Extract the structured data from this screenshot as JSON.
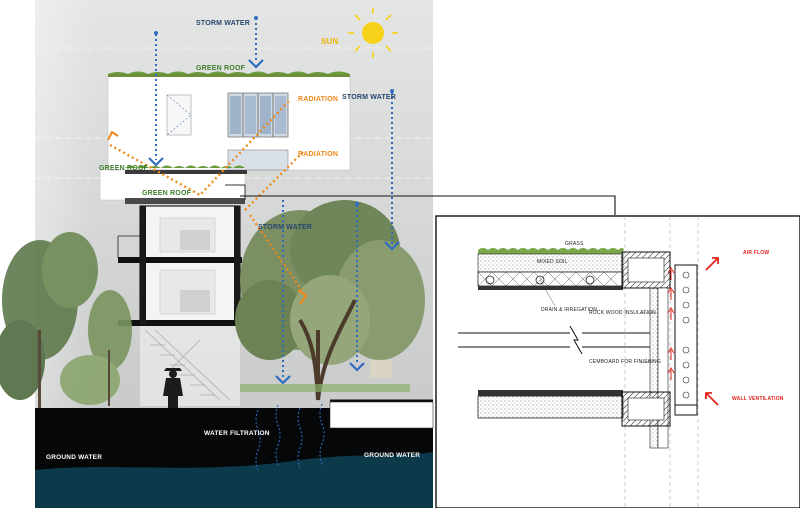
{
  "section_labels": {
    "storm_water_top": "STORM WATER",
    "storm_water_right": "STORM WATER",
    "storm_water_mid": "STORM WATER",
    "sun": "SUN",
    "green_roof_top": "GREEN ROOF",
    "green_roof_left": "GREEN ROOF",
    "green_roof_lower": "GREEN ROOF",
    "radiation_1": "RADIATION",
    "radiation_2": "RADIATION",
    "water_filtration": "WATER FILTRATION",
    "ground_water_left": "GROUND WATER",
    "ground_water_right": "GROUND WATER"
  },
  "detail_labels": {
    "grass": "GRASS",
    "mixed_soil": "MIXED SOIL",
    "drain": "DRAIN & IRREGATION",
    "rockwool": "ROCK WOOD INSULATION",
    "cemboard": "CEMBOARD FOR FINISHING",
    "air_flow": "AIR FLOW",
    "wall_ventilation": "WALL VENTILATION"
  },
  "colors": {
    "water_arrow": "#2f6cc1",
    "radiation": "#f08a1c",
    "green_roof": "#3e7d2c",
    "sun": "#f7d21a",
    "ground": "#050708",
    "groundwater": "#0c3a4a",
    "red_arrow": "#e1251b"
  }
}
